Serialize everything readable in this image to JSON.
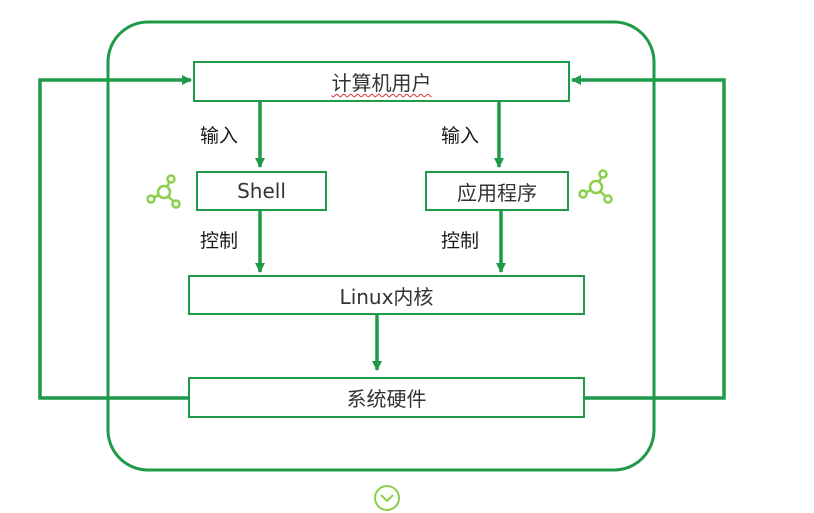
{
  "colors": {
    "line": "#1f9a48",
    "box_border": "#1f9a48",
    "text": "#333333",
    "label_text": "#1a1a1a",
    "spell_underline": "#d9302c",
    "molecule_icon": "#8ccf4d"
  },
  "nodes": {
    "user": "计算机用户",
    "shell": "Shell",
    "app": "应用程序",
    "kernel": "Linux内核",
    "hardware": "系统硬件"
  },
  "edges": {
    "user_to_shell": "输入",
    "user_to_app": "输入",
    "shell_to_kernel": "控制",
    "app_to_kernel": "控制"
  },
  "icons": {
    "left_decoration": "molecule-icon",
    "right_decoration": "molecule-icon",
    "bottom": "chevron-down-circle-icon"
  }
}
